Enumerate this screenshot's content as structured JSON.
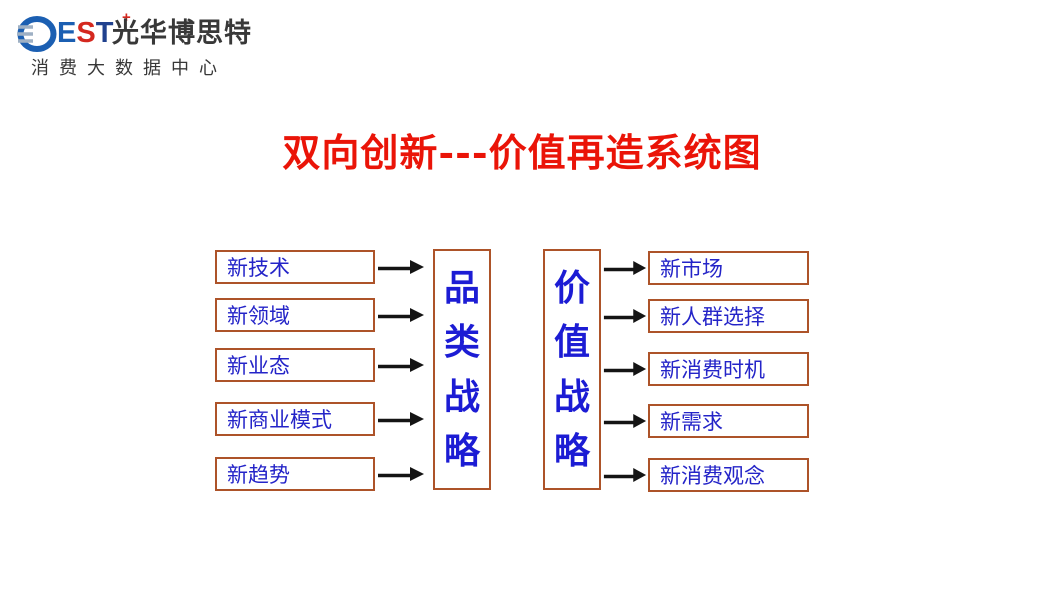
{
  "logo": {
    "letter_e": "E",
    "letter_s": "S",
    "letter_t": "T",
    "brand_name": "光华博思特",
    "brand_plus": "+",
    "subtitle": "消费大数据中心"
  },
  "title": "双向创新---价值再造系统图",
  "diagram": {
    "left_items": [
      "新技术",
      "新领域",
      "新业态",
      "新商业模式",
      "新趋势"
    ],
    "category_strategy": {
      "label": "品类战略",
      "chars": [
        "品",
        "类",
        "战",
        "略"
      ]
    },
    "value_strategy": {
      "label": "价值战略",
      "chars": [
        "价",
        "值",
        "战",
        "略"
      ]
    },
    "right_items": [
      "新市场",
      "新人群选择",
      "新消费时机",
      "新需求",
      "新消费观念"
    ]
  },
  "colors": {
    "title_red": "#ea1408",
    "box_border": "#ad5329",
    "text_blue": "#2424c8",
    "text_blue_strong": "#1c1cd4",
    "logo_blue": "#1b5fb2",
    "logo_red": "#d4281f",
    "logo_navy": "#20418e",
    "logo_stripe": "#9eb0c4",
    "brand_text": "#383838",
    "arrow_black": "#141414"
  }
}
